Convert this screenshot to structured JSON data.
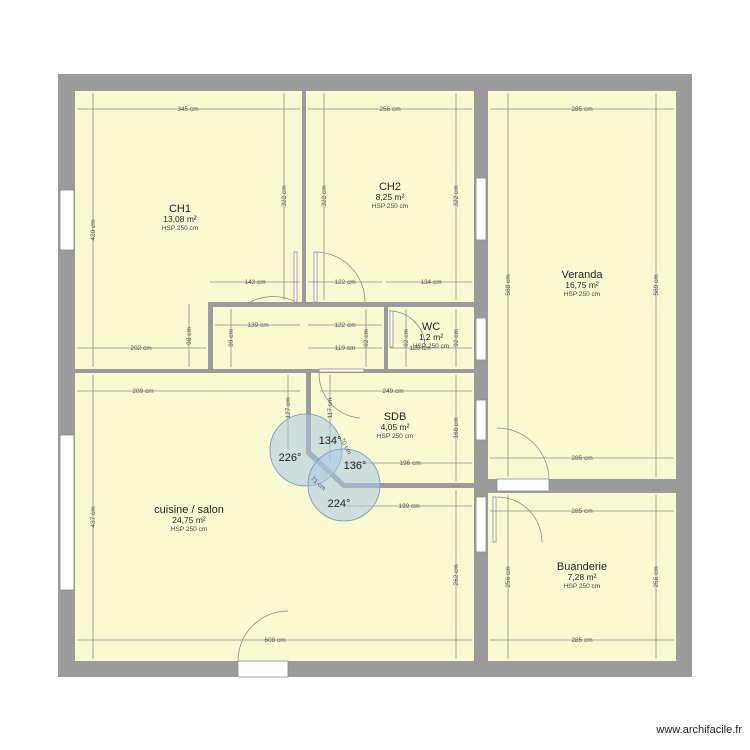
{
  "rooms": {
    "ch1": {
      "name": "CH1",
      "area": "13,08 m²",
      "hsp": "HSP 250 cm"
    },
    "ch2": {
      "name": "CH2",
      "area": "8,25 m²",
      "hsp": "HSP 250 cm"
    },
    "veranda": {
      "name": "Veranda",
      "area": "16,75 m²",
      "hsp": "HSP 250 cm"
    },
    "wc": {
      "name": "WC",
      "area": "1,2 m²",
      "hsp": "HSP 250 cm"
    },
    "sdb": {
      "name": "SDB",
      "area": "4,05 m²",
      "hsp": "HSP 250 cm"
    },
    "cuisine": {
      "name": "cuisine / salon",
      "area": "24,75 m²",
      "hsp": "HSP 250 cm"
    },
    "buanderie": {
      "name": "Buanderie",
      "area": "7,28 m²",
      "hsp": "HSP 250 cm"
    }
  },
  "dims": {
    "d345": "345 cm",
    "d256": "256 cm",
    "d285a": "285 cm",
    "d420": "420 cm",
    "d322a": "322 cm",
    "d322b": "322 cm",
    "d322c": "322 cm",
    "d588": "588 cm",
    "d589": "589 cm",
    "d143": "143 cm",
    "d122a": "122 cm",
    "d134": "134 cm",
    "d139": "139 cm",
    "d122b": "122 cm",
    "d98": "98 cm",
    "d99": "99 cm",
    "d202": "202 cm",
    "d119": "119 cm",
    "d92a": "92 cm",
    "d92b": "92 cm",
    "d92c": "92 cm",
    "d120": "120 cm",
    "d209": "209 cm",
    "d249": "249 cm",
    "d127": "127 cm",
    "d117": "117 cm",
    "d168": "168 cm",
    "d196": "196 cm",
    "d285b": "285 cm",
    "d199": "199 cm",
    "d437": "437 cm",
    "d262": "262 cm",
    "d285c": "285 cm",
    "d256b": "256 cm",
    "d256c": "256 cm",
    "d608": "608 cm",
    "d285d": "285 cm",
    "d70": "70 cm",
    "d71": "71 cm"
  },
  "angles": {
    "a134": "134°",
    "a226": "226°",
    "a136": "136°",
    "a224": "224°"
  },
  "watermark": "www.archifacile.fr"
}
